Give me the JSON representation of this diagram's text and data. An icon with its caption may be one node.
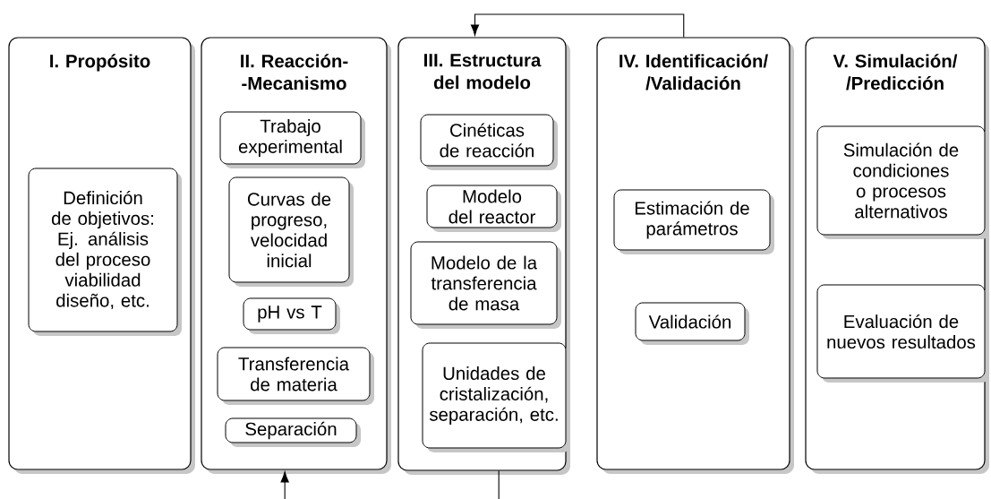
{
  "diagram": {
    "nodes": [
      {
        "text": [
          "I. Propósito"
        ]
      },
      {
        "text": [
          "Definición de objetivos: Ej. análisis del proceso viabilidad diseño, etc."
        ],
        "in": 0
      },
      {
        "text": [
          "II. Reacción- -Mecanismo"
        ]
      },
      {
        "text": [
          "Trabajo experimental"
        ],
        "in": 2
      },
      {
        "text": [
          "Curvas de progreso, velocidad inicial"
        ],
        "in": 2
      },
      {
        "text": [
          "pH vs T"
        ],
        "in": 2
      },
      {
        "text": [
          "Transferencia de materia"
        ],
        "in": 2
      },
      {
        "text": [
          "Separación"
        ],
        "in": 2
      },
      {
        "text": [
          "III. Estructura del modelo"
        ]
      },
      {
        "text": [
          "Cinéticas de reacción"
        ],
        "in": 8
      },
      {
        "text": [
          "Modelo del reactor"
        ],
        "in": 8
      },
      {
        "text": [
          "Modelo de la transferencia de masa"
        ],
        "in": 8
      },
      {
        "text": [
          "Unidades de cristalización, separación, etc."
        ],
        "in": 8
      },
      {
        "text": [
          "IV. Identificación/ /Validación"
        ]
      },
      {
        "text": [
          "Estimación de parámetros"
        ],
        "in": 13
      },
      {
        "text": [
          "Validación"
        ],
        "in": 13
      },
      {
        "text": [
          "V. Simulación/ /Predicción"
        ]
      },
      {
        "text": [
          "Simulación de condiciones o procesos alternativos"
        ],
        "in": 16
      },
      {
        "text": [
          "Evaluación de nuevos resultados"
        ],
        "in": 16
      }
    ],
    "edges": [
      {
        "from": 13,
        "to": 8,
        "arrow": "to"
      },
      {
        "from": 8,
        "to": null,
        "arrow": "none"
      },
      {
        "from": null,
        "to": 2,
        "arrow": "to"
      }
    ]
  }
}
